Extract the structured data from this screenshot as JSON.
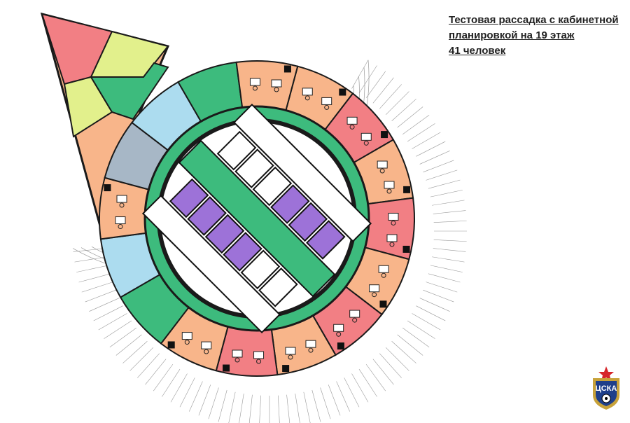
{
  "title": {
    "line1": "Тестовая рассадка с кабинетной",
    "line2": "планировкой на 19 этаж",
    "line3": "41 человек"
  },
  "logo": {
    "text": "ЦСКА",
    "icon": "cska-club-crest-icon"
  },
  "colors": {
    "office_orange": "#f8b58a",
    "office_red": "#f27f84",
    "meeting_yellow": "#e2f08c",
    "service_gray": "#a7b7c6",
    "wc_blue": "#acdcef",
    "corridor_green": "#3dbb7d",
    "lift_purple": "#9d72d8",
    "wall": "#1a1a1a"
  },
  "ring_rooms": [
    "office_orange",
    "office_red",
    "office_orange",
    "office_red",
    "office_orange",
    "office_red",
    "office_orange",
    "office_red",
    "office_orange",
    "corridor_green",
    "wc_blue",
    "office_orange",
    "service_gray",
    "wc_blue",
    "corridor_green",
    "office_orange"
  ]
}
